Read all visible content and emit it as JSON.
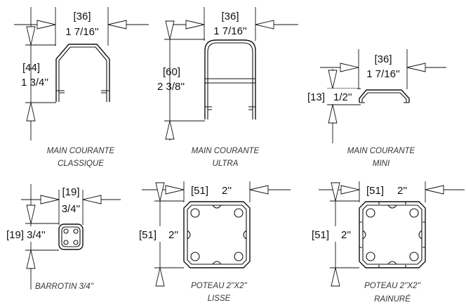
{
  "profiles": {
    "classique": {
      "width_mm": "[36]",
      "width_in": "1 7/16''",
      "height_mm": "[44]",
      "height_in": "1 3/4''",
      "caption_1": "MAIN COURANTE",
      "caption_2": "CLASSIQUE"
    },
    "ultra": {
      "width_mm": "[36]",
      "width_in": "1 7/16''",
      "height_mm": "[60]",
      "height_in": "2 3/8''",
      "caption_1": "MAIN COURANTE",
      "caption_2": "ULTRA"
    },
    "mini": {
      "width_mm": "[36]",
      "width_in": "1 7/16''",
      "height_mm": "[13]",
      "height_in": "1/2''",
      "caption_1": "MAIN COURANTE",
      "caption_2": "MINI"
    },
    "barrotin": {
      "width_mm": "[19]",
      "width_in": "3/4''",
      "height_label": "[19] 3/4''",
      "caption_1": "BARROTIN 3/4''"
    },
    "poteau_lisse": {
      "width_mm": "[51]",
      "width_in": "2''",
      "height_mm": "[51]",
      "height_in": "2''",
      "caption_1": "POTEAU 2''X2''",
      "caption_2": "LISSE"
    },
    "poteau_rainure": {
      "width_mm": "[51]",
      "width_in": "2''",
      "height_mm": "[51]",
      "height_in": "2''",
      "caption_1": "POTEAU 2''X2''",
      "caption_2": "RAINURÉ"
    }
  }
}
